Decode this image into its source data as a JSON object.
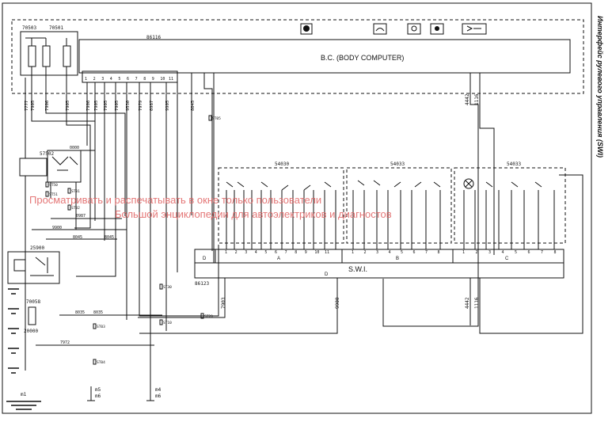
{
  "side_title": "Интерфейс рулевого управления (SWI)",
  "watermark": {
    "line1": "Просматривать и распечатывать в окне только пользователи",
    "line2": "Большой энциклопедии для автоэлектриков и диагностов"
  },
  "body_computer": {
    "code": "86116",
    "label": "B.C. (BODY COMPUTER)"
  },
  "swi": {
    "code": "86123",
    "label": "S.W.I.",
    "sections": [
      "D",
      "A",
      "B",
      "C",
      "D"
    ]
  },
  "modules": {
    "left": "54030",
    "middle": "54033",
    "right": "54033"
  },
  "components": {
    "c70503": "70503",
    "c70501": "70501",
    "c57502": "57502",
    "c25900": "25900",
    "c70058": "70058",
    "c20000": "20000",
    "grounds": [
      "m1",
      "m5",
      "m6",
      "m4",
      "m6"
    ]
  },
  "wire_codes": {
    "top": [
      "7777",
      "7905",
      "7906",
      "7905",
      "7906",
      "7905",
      "7905",
      "7905",
      "9530",
      "7979",
      "0987",
      "9905",
      "8045"
    ],
    "right": [
      "4442",
      "1116"
    ],
    "horizontal": [
      "0000",
      "0987",
      "9900",
      "8045",
      "8045",
      "8035",
      "8035",
      "7972"
    ],
    "lower": [
      "7903",
      "9900",
      "4442",
      "1116"
    ]
  },
  "connectors": [
    "ST01",
    "ST02",
    "ST03",
    "ST04",
    "ST05",
    "ST10",
    "ST20",
    "ST30",
    "ST50",
    "ST51"
  ],
  "connector_pins": {
    "j1": [
      "1",
      "2",
      "3",
      "4",
      "5",
      "6",
      "7",
      "8",
      "9",
      "10",
      "11"
    ],
    "swi_a": [
      "1",
      "2",
      "3",
      "4",
      "5",
      "6",
      "7",
      "8",
      "9",
      "10",
      "11"
    ],
    "swi_b": [
      "1",
      "2",
      "3",
      "4",
      "5",
      "6",
      "7",
      "8"
    ],
    "swi_c": [
      "1",
      "2",
      "3",
      "4",
      "5",
      "6",
      "7",
      "8"
    ]
  },
  "indicators": [
    "horn-icon",
    "wiper-icon",
    "lamp-icon",
    "light-icon",
    "high-beam-icon"
  ]
}
